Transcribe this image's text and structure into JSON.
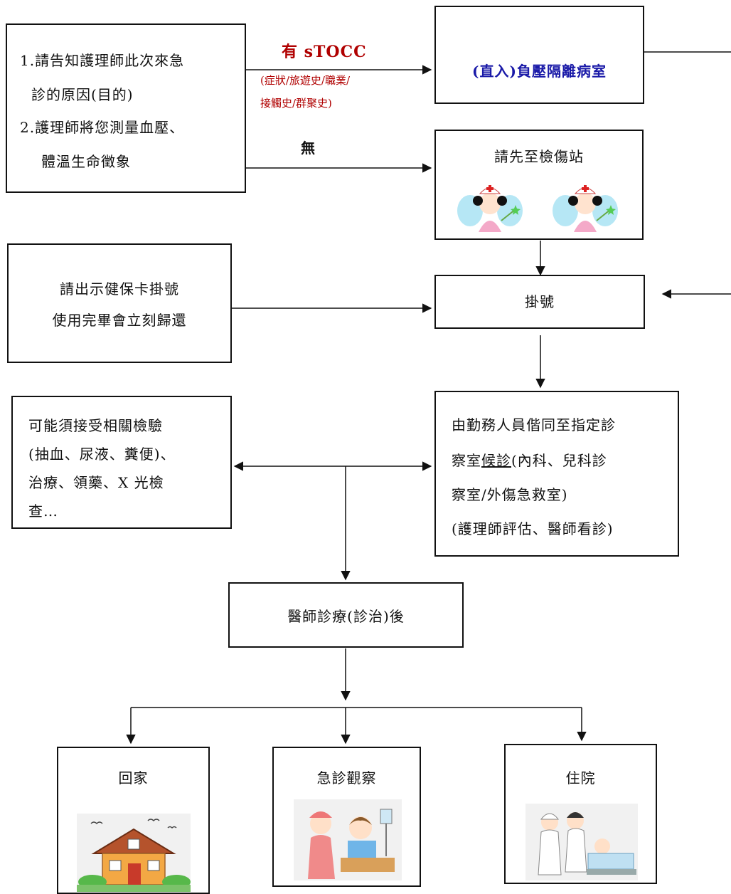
{
  "nodes": {
    "inform": {
      "line1": "1.請告知護理師此次來急",
      "line2": "診的原因(目的)",
      "line3": "2.護理師將您測量血壓、",
      "line4": "體溫生命徵象"
    },
    "isolation": {
      "label": "(直入)負壓隔離病室"
    },
    "triage": {
      "label": "請先至檢傷站"
    },
    "card": {
      "line1": "請出示健保卡掛號",
      "line2": "使用完畢會立刻歸還"
    },
    "register": {
      "label": "掛號"
    },
    "escort": {
      "line1": "由勤務人員偕同至指定診",
      "line2a": "察室",
      "line2b": "候診",
      "line2c": "(內科、兒科診",
      "line3": "察室/外傷急救室)",
      "line4": "(護理師評估、醫師看診)"
    },
    "tests": {
      "line1": "可能須接受相關檢驗",
      "line2": "(抽血、尿液、糞便)、",
      "line3": "治療、領藥、X 光檢",
      "line4": "查…"
    },
    "after": {
      "label": "醫師診療(診治)後"
    },
    "home": {
      "label": "回家"
    },
    "observe": {
      "label": "急診觀察"
    },
    "admit": {
      "label": "住院"
    }
  },
  "edge_labels": {
    "yes": "有 sTOCC",
    "yes_detail1": "(症狀/旅遊史/職業/",
    "yes_detail2": "接觸史/群聚史)",
    "no": "無"
  },
  "colors": {
    "line": "#111111",
    "yes_label": "#b00000",
    "isolation_text": "#1a1aa8"
  }
}
